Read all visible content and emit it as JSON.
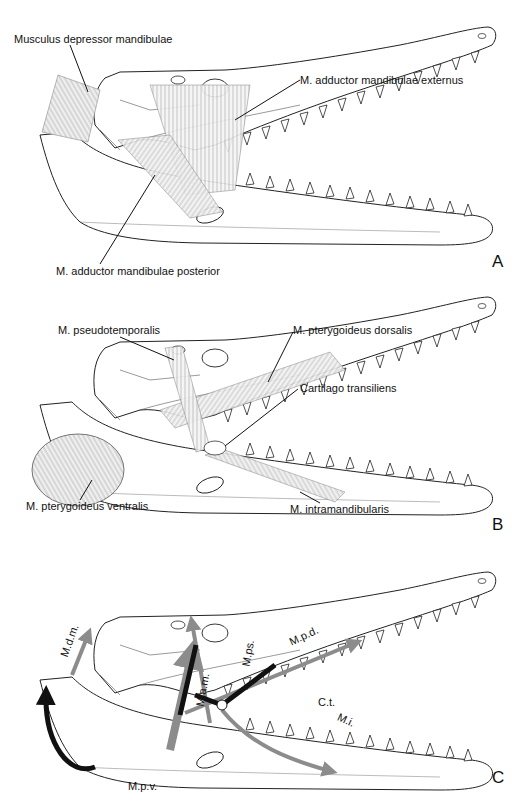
{
  "diagram": {
    "labels": [
      "Musculus depressor mandibulae",
      "M. adductor mandibulae externus",
      "M. adductor mandibulae posterior",
      "A",
      "M. pseudotemporalis",
      "M. pterygoideus dorsalis",
      "Cartilago transiliens",
      "M. pterygoideus ventralis",
      "M. intramandibularis",
      "B",
      "M.d.m.",
      "M.a.m.",
      "M.ps.",
      "M.p.d.",
      "C.t.",
      "M.i.",
      "M.p.v.",
      "C"
    ]
  }
}
